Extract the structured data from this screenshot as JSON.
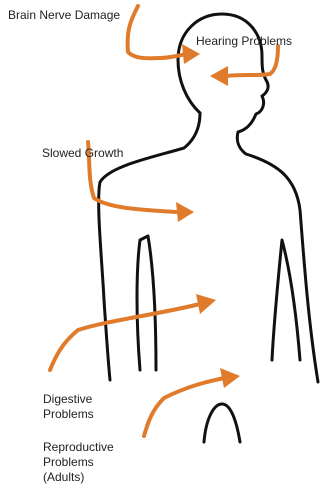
{
  "labels": {
    "brain_nerve_damage": "Brain Nerve Damage",
    "hearing_problems": "Hearing  Problems",
    "slowed_growth": "Slowed  Growth",
    "digestive_problems": [
      "Digestive",
      "Problems"
    ],
    "reproductive_problems": [
      "Reproductive",
      "Problems",
      "(Adults)"
    ]
  },
  "colors": {
    "arrow": "#e07b2c",
    "outline": "#111111",
    "text": "#222222"
  }
}
